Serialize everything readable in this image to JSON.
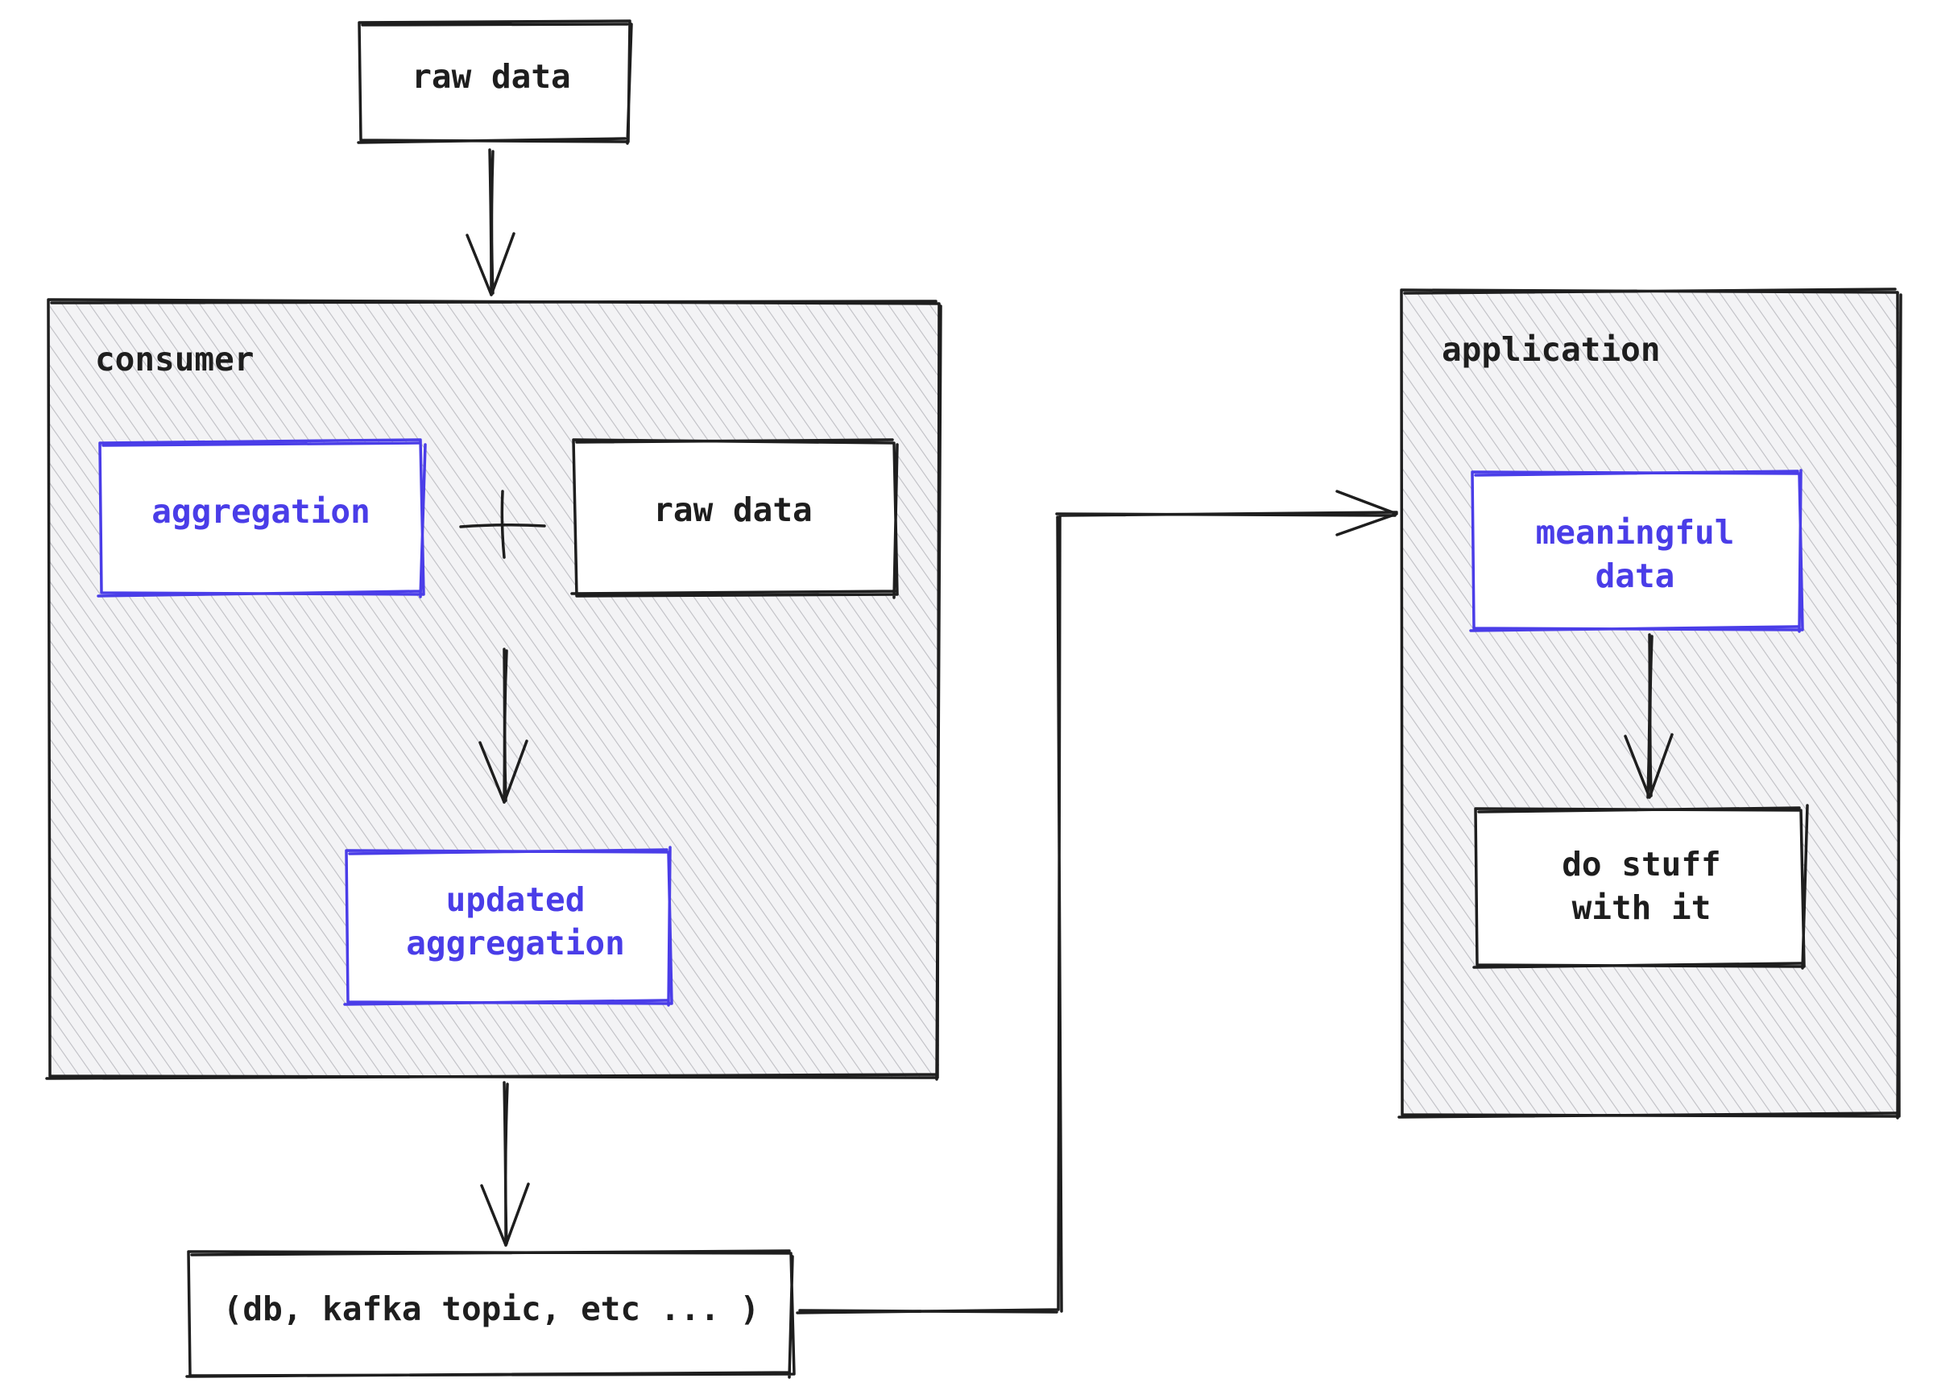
{
  "colors": {
    "stroke": "#1e1e1e",
    "accent": "#4a3de8",
    "hatch": "#bfbfc4",
    "container_fill": "#f3f3f5",
    "background": "#ffffff"
  },
  "nodes": {
    "raw_data_input": {
      "label": "raw data"
    },
    "consumer": {
      "label": "consumer",
      "aggregation": {
        "label": "aggregation"
      },
      "operator": {
        "label": "+"
      },
      "raw_data": {
        "label": "raw data"
      },
      "updated_aggregation": {
        "lines": [
          "updated",
          "aggregation"
        ]
      }
    },
    "sink": {
      "label": "(db, kafka topic, etc ... )"
    },
    "application": {
      "label": "application",
      "meaningful_data": {
        "lines": [
          "meaningful",
          "data"
        ]
      },
      "do_stuff": {
        "lines": [
          "do stuff",
          "with it"
        ]
      }
    }
  },
  "edges": [
    {
      "from": "raw data",
      "to": "consumer"
    },
    {
      "from": "aggregation + raw data",
      "to": "updated aggregation"
    },
    {
      "from": "consumer",
      "to": "(db, kafka topic, etc ... )"
    },
    {
      "from": "(db, kafka topic, etc ... )",
      "to": "application"
    },
    {
      "from": "meaningful data",
      "to": "do stuff with it"
    }
  ]
}
